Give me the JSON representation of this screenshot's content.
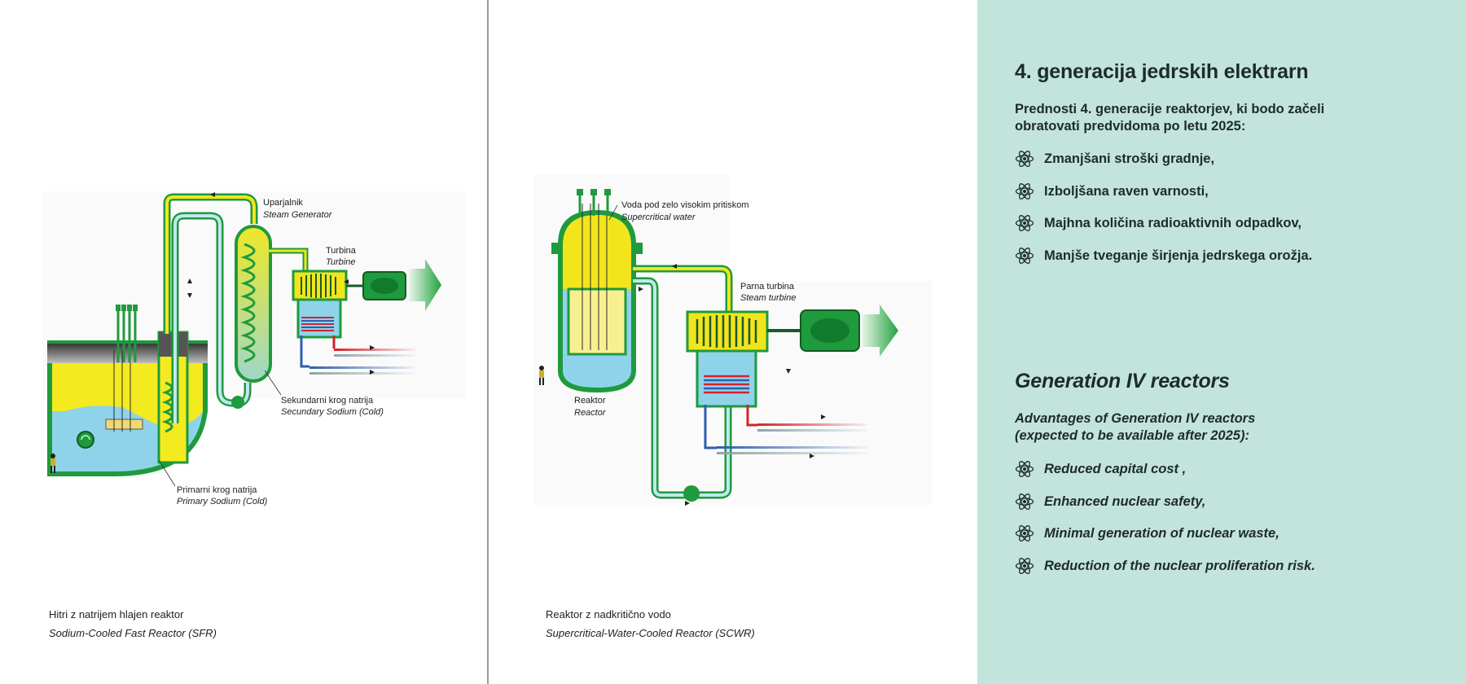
{
  "sfr": {
    "steam_generator_sl": "Uparjalnik",
    "steam_generator_en": "Steam Generator",
    "turbine_sl": "Turbina",
    "turbine_en": "Turbine",
    "secondary_sl": "Sekundarni krog natrija",
    "secondary_en": "Secundary Sodium (Cold)",
    "primary_sl": "Primarni krog natrija",
    "primary_en": "Primary Sodium (Cold)",
    "caption_sl": "Hitri z natrijem hlajen reaktor",
    "caption_en": "Sodium-Cooled Fast Reactor (SFR)"
  },
  "scwr": {
    "water_sl": "Voda pod zelo visokim pritiskom",
    "water_en": "Supercritical water",
    "turbine_sl": "Parna turbina",
    "turbine_en": "Steam turbine",
    "reactor_sl": "Reaktor",
    "reactor_en": "Reactor",
    "caption_sl": "Reaktor z nadkritično vodo",
    "caption_en": "Supercritical-Water-Cooled Reactor (SCWR)"
  },
  "text_sl": {
    "title": "4. generacija jedrskih elektrarn",
    "intro_line1": "Prednosti 4. generacije reaktorjev, ki bodo začeli",
    "intro_line2": "obratovati predvidoma po letu 2025:",
    "items": [
      "Zmanjšani stroški gradnje,",
      "Izboljšana raven varnosti,",
      "Majhna količina radioaktivnih odpadkov,",
      "Manjše tveganje širjenja jedrskega orožja."
    ]
  },
  "text_en": {
    "title": "Generation IV reactors",
    "intro_line1": "Advantages of Generation IV reactors",
    "intro_line2": "(expected to be available after 2025):",
    "items": [
      "Reduced capital cost ,",
      "Enhanced nuclear safety,",
      "Minimal generation of nuclear waste,",
      "Reduction of the nuclear proliferation risk."
    ]
  },
  "colors": {
    "panel_bg": "#c3e4da",
    "reactor_green": "#1f9a3c",
    "coolant_yellow": "#f2e51c",
    "cold_blue": "#8fd3ea",
    "hot_red": "#d4232a",
    "feed_blue": "#2f5db0",
    "divider": "#9a9a9a"
  },
  "icons": {
    "bullet": "atom-icon",
    "power_output": "arrow-right-icon",
    "worker": "person-icon"
  }
}
